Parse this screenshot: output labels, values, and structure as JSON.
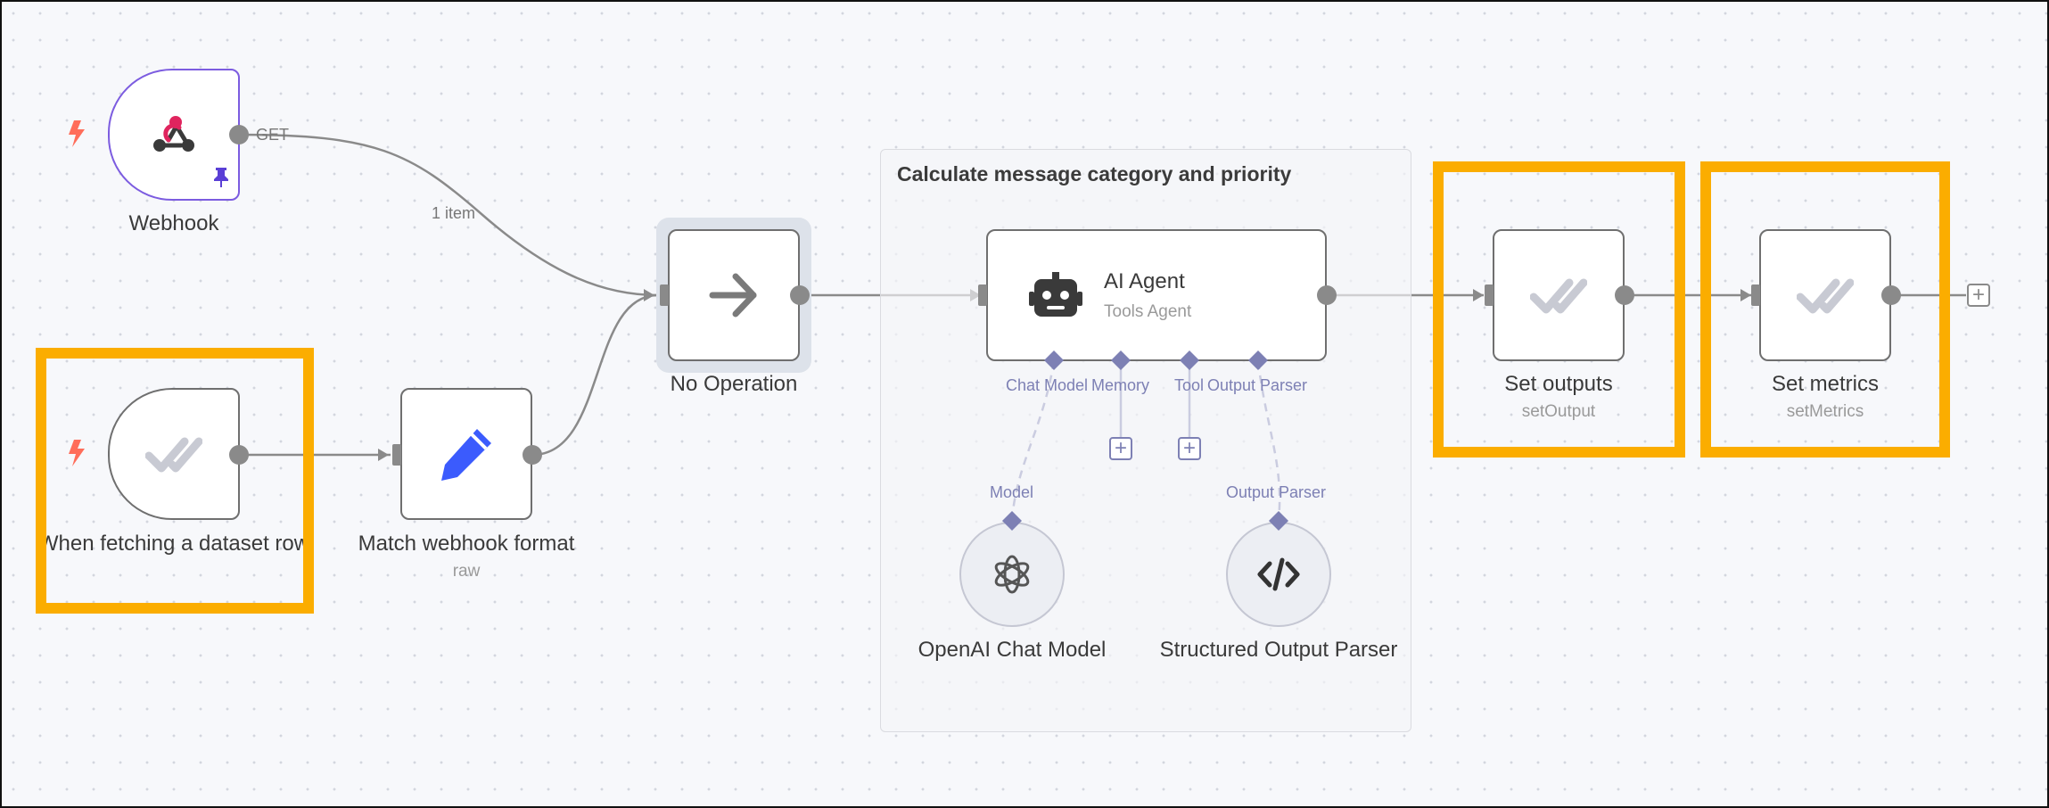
{
  "canvas": {
    "group": {
      "title": "Calculate message category and priority"
    },
    "nodes": {
      "webhook": {
        "name": "Webhook",
        "output_label": "GET"
      },
      "dataset_trigger": {
        "name": "When fetching a dataset row"
      },
      "match_webhook": {
        "name": "Match webhook format",
        "subtitle": "raw"
      },
      "no_operation": {
        "name": "No Operation"
      },
      "ai_agent": {
        "name": "AI Agent",
        "subtitle": "Tools Agent"
      },
      "openai_chat_model": {
        "name": "OpenAI Chat Model"
      },
      "structured_parser": {
        "name": "Structured Output Parser"
      },
      "set_outputs": {
        "name": "Set outputs",
        "subtitle": "setOutput"
      },
      "set_metrics": {
        "name": "Set metrics",
        "subtitle": "setMetrics"
      }
    },
    "edges": {
      "webhook_items": "1 item"
    },
    "agent_ports": {
      "chat_model": "Chat Model",
      "memory": "Memory",
      "tool": "Tool",
      "output_parser": "Output Parser"
    },
    "sub_ports": {
      "model": "Model",
      "output_parser": "Output Parser"
    },
    "icons": {
      "webhook": "webhook-icon",
      "trigger": "lightning-bolt-icon",
      "pin": "pin-icon",
      "check": "double-check-icon",
      "pencil": "pencil-icon",
      "arrow": "arrow-right-icon",
      "robot": "robot-icon",
      "openai": "openai-logo-icon",
      "code": "code-icon",
      "plus": "plus-icon"
    },
    "colors": {
      "highlight": "#fbad00",
      "trigger_bolt": "#ff6d5a",
      "webhook_border": "#7c5ce0",
      "ai_port": "#7d80b4",
      "pencil": "#3b5bfd"
    }
  }
}
